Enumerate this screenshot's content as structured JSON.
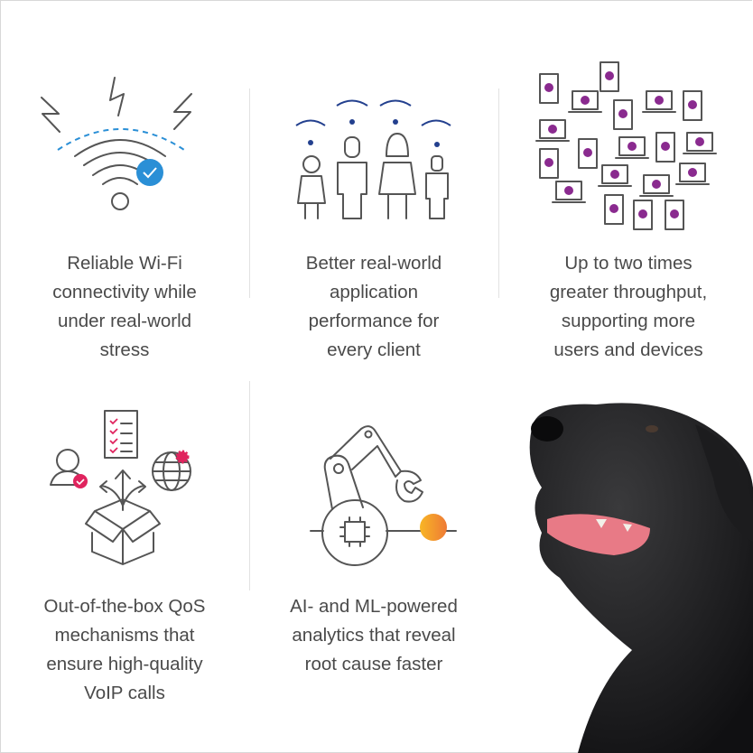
{
  "features": [
    {
      "icon": "wifi-stress-icon",
      "caption": [
        "Reliable Wi-Fi",
        "connectivity while",
        "under real-world",
        "stress"
      ]
    },
    {
      "icon": "clients-wifi-icon",
      "caption": [
        "Better real-world",
        "application",
        "performance for",
        "every client"
      ]
    },
    {
      "icon": "many-devices-icon",
      "caption": [
        "Up to two times",
        "greater throughput,",
        "supporting more",
        "users and devices"
      ]
    },
    {
      "icon": "qos-box-icon",
      "caption": [
        "Out-of-the-box QoS",
        "mechanisms that",
        "ensure high-quality",
        "VoIP calls"
      ]
    },
    {
      "icon": "robot-arm-ai-icon",
      "caption": [
        "AI- and ML-powered",
        "analytics that reveal",
        "root cause faster"
      ]
    }
  ],
  "colors": {
    "text": "#4a4a4a",
    "blue": "#2a8fd6",
    "navy": "#23408e",
    "purple": "#8a2a8f",
    "pink": "#e0245e",
    "orange": "#f39a2b"
  }
}
